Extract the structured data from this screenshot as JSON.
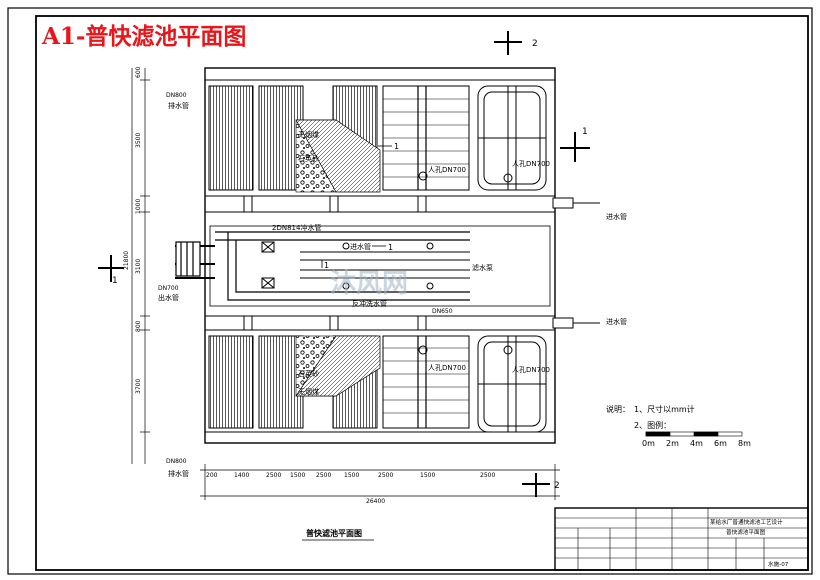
{
  "sheet_title": "A1-普快滤池平面图",
  "drawing_caption": "普快滤池平面图",
  "section_marks": {
    "one": "1",
    "two": "2"
  },
  "labels": {
    "drain_pipe_top": "排水管",
    "drain_pipe_bottom": "排水管",
    "dn_top": "DN800",
    "dn_bottom": "DN800",
    "anthracite_top": "无烟煤",
    "quartz_sand_top": "石英砂",
    "anthracite_bottom": "无烟煤",
    "quartz_sand_bottom": "石英砂",
    "manhole_1": "人孔DN700",
    "manhole_2": "人孔DN700",
    "manhole_3": "人孔DN700",
    "manhole_4": "人孔DN700",
    "inlet_pipe_1": "进水管",
    "inlet_pipe_2": "进水管",
    "wash_pipe": "2DN814冲水管",
    "inlet_pipe_mid": "进水管",
    "filter_pump": "滤水泵",
    "backwash_pipe": "反冲洗水管",
    "outlet_pipe": "出水管",
    "outlet_dn": "DN700",
    "small_dn": "DN650"
  },
  "notes": {
    "heading": "说明：",
    "item1": "1、尺寸以mm计",
    "item2": "2、图例："
  },
  "scale_bar": [
    "0m",
    "2m",
    "4m",
    "6m",
    "8m"
  ],
  "dims": {
    "total_width": "26400",
    "bottom_segments": [
      "200",
      "1400",
      "2500",
      "1500",
      "2500",
      "1500",
      "2500",
      "1500",
      "2500"
    ],
    "left_segments": [
      "600",
      "3500",
      "1000",
      "3100",
      "800",
      "3700"
    ],
    "total_height": "21800"
  },
  "title_block": {
    "project": "某给水厂普通快滤池工艺设计",
    "drawing_name": "普快滤池平面图",
    "sheet_no": "水施-07"
  },
  "watermark": "沐风网"
}
